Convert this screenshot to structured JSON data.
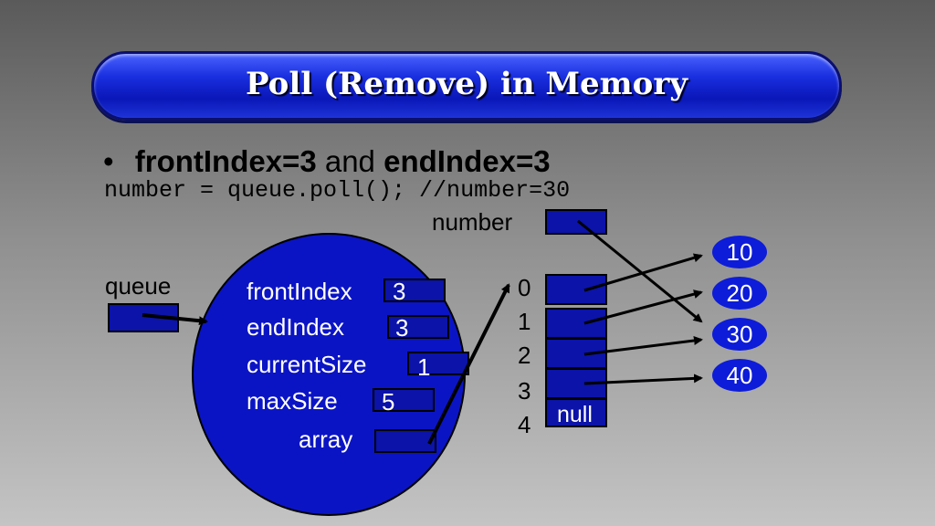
{
  "title": "Poll (Remove) in Memory",
  "bullet": {
    "symbol": "•",
    "part1": "frontIndex=3",
    "part2": " and ",
    "part3": "endIndex=3"
  },
  "code": "number = queue.poll(); //number=30",
  "number_label": "number",
  "queue_label": "queue",
  "fields": [
    {
      "label": "frontIndex",
      "value": "3"
    },
    {
      "label": "endIndex",
      "value": "3"
    },
    {
      "label": "currentSize",
      "value": "1"
    },
    {
      "label": "maxSize",
      "value": "5"
    },
    {
      "label": "array",
      "value": ""
    }
  ],
  "array_indices": [
    "0",
    "1",
    "2",
    "3",
    "4"
  ],
  "array_null": "null",
  "values": [
    "10",
    "20",
    "30",
    "40"
  ],
  "colors": {
    "object_fill": "#0b14c4",
    "box_fill": "#0b13a8",
    "title_fill": "#1a2fe0"
  }
}
